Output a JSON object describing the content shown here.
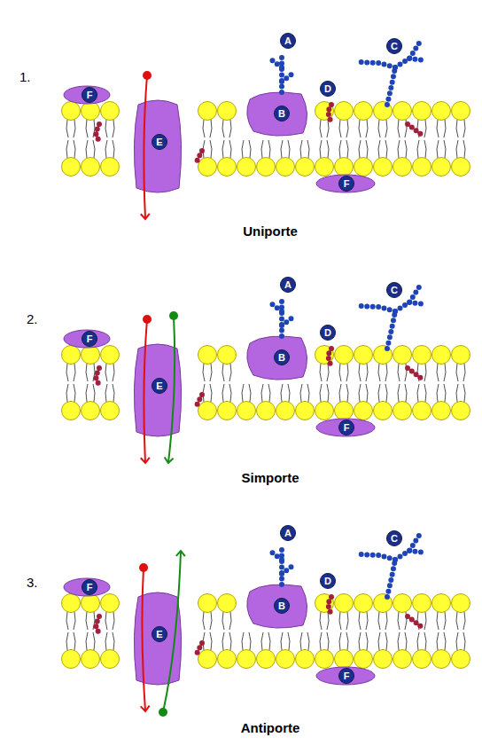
{
  "diagram": {
    "nodes": [
      {
        "text": [
          "A"
        ]
      },
      {
        "text": [
          "C"
        ]
      },
      {
        "text": [
          "F"
        ]
      },
      {
        "text": [
          "D"
        ]
      },
      {
        "text": [
          "B"
        ]
      },
      {
        "text": [
          "E"
        ]
      },
      {
        "text": [
          "F"
        ]
      },
      {
        "text": [
          "A"
        ]
      },
      {
        "text": [
          "C"
        ]
      },
      {
        "text": [
          "F"
        ]
      },
      {
        "text": [
          "D"
        ]
      },
      {
        "text": [
          "B"
        ]
      },
      {
        "text": [
          "E"
        ]
      },
      {
        "text": [
          "F"
        ]
      },
      {
        "text": [
          "A"
        ]
      },
      {
        "text": [
          "C"
        ]
      },
      {
        "text": [
          "F"
        ]
      },
      {
        "text": [
          "D"
        ]
      },
      {
        "text": [
          "B"
        ]
      },
      {
        "text": [
          "E"
        ]
      },
      {
        "text": [
          "F"
        ]
      }
    ],
    "edges": [],
    "labels": [
      "1.",
      "Uniporte",
      "2.",
      "Simporte",
      "3.",
      "Antiporte"
    ]
  }
}
